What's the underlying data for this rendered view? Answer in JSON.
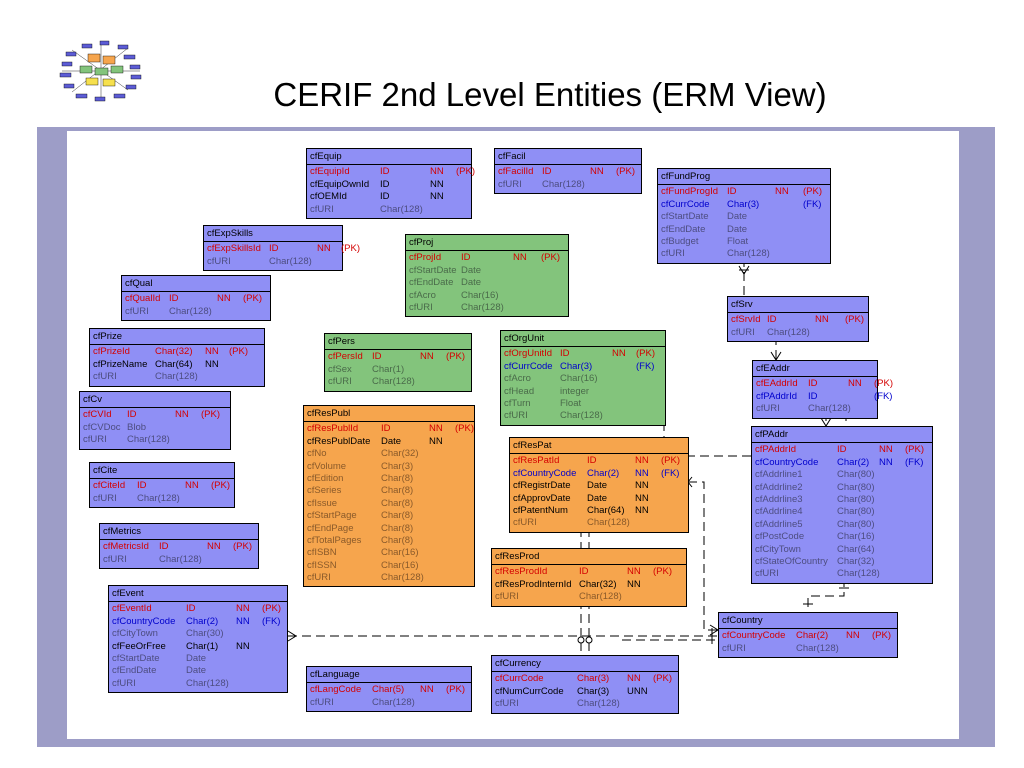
{
  "title": "CERIF 2nd Level Entities (ERM View)",
  "entities": [
    {
      "name": "cfEquip",
      "color": "blue",
      "rows": [
        {
          "n": "cfEquipId",
          "t": "ID",
          "f": "NN",
          "k": "(PK)",
          "s": "r"
        },
        {
          "n": "cfEquipOwnId",
          "t": "ID",
          "f": "NN",
          "k": "",
          "s": "k"
        },
        {
          "n": "cfOEMId",
          "t": "ID",
          "f": "NN",
          "k": "",
          "s": "k"
        },
        {
          "n": "cfURI",
          "t": "Char(128)",
          "f": "",
          "k": "",
          "s": "g"
        }
      ]
    },
    {
      "name": "cfFacil",
      "color": "blue",
      "rows": [
        {
          "n": "cfFacilId",
          "t": "ID",
          "f": "NN",
          "k": "(PK)",
          "s": "r"
        },
        {
          "n": "cfURI",
          "t": "Char(128)",
          "f": "",
          "k": "",
          "s": "g"
        }
      ]
    },
    {
      "name": "cfFundProg",
      "color": "blue",
      "rows": [
        {
          "n": "cfFundProgId",
          "t": "ID",
          "f": "NN",
          "k": "(PK)",
          "s": "r"
        },
        {
          "n": "cfCurrCode",
          "t": "Char(3)",
          "f": "",
          "k": "(FK)",
          "s": "b"
        },
        {
          "n": "cfStartDate",
          "t": "Date",
          "f": "",
          "k": "",
          "s": "g"
        },
        {
          "n": "cfEndDate",
          "t": "Date",
          "f": "",
          "k": "",
          "s": "g"
        },
        {
          "n": "cfBudget",
          "t": "Float",
          "f": "",
          "k": "",
          "s": "g"
        },
        {
          "n": "cfURI",
          "t": "Char(128)",
          "f": "",
          "k": "",
          "s": "g"
        }
      ]
    },
    {
      "name": "cfExpSkills",
      "color": "blue",
      "rows": [
        {
          "n": "cfExpSkillsId",
          "t": "ID",
          "f": "NN",
          "k": "(PK)",
          "s": "r"
        },
        {
          "n": "cfURI",
          "t": "Char(128)",
          "f": "",
          "k": "",
          "s": "g"
        }
      ]
    },
    {
      "name": "cfProj",
      "color": "green",
      "rows": [
        {
          "n": "cfProjId",
          "t": "ID",
          "f": "NN",
          "k": "(PK)",
          "s": "r"
        },
        {
          "n": "cfStartDate",
          "t": "Date",
          "f": "",
          "k": "",
          "s": "g"
        },
        {
          "n": "cfEndDate",
          "t": "Date",
          "f": "",
          "k": "",
          "s": "g"
        },
        {
          "n": "cfAcro",
          "t": "Char(16)",
          "f": "",
          "k": "",
          "s": "g"
        },
        {
          "n": "cfURI",
          "t": "Char(128)",
          "f": "",
          "k": "",
          "s": "g"
        }
      ]
    },
    {
      "name": "cfQual",
      "color": "blue",
      "rows": [
        {
          "n": "cfQualId",
          "t": "ID",
          "f": "NN",
          "k": "(PK)",
          "s": "r"
        },
        {
          "n": "cfURI",
          "t": "Char(128)",
          "f": "",
          "k": "",
          "s": "g"
        }
      ]
    },
    {
      "name": "cfSrv",
      "color": "blue",
      "rows": [
        {
          "n": "cfSrvId",
          "t": "ID",
          "f": "NN",
          "k": "(PK)",
          "s": "r"
        },
        {
          "n": "cfURI",
          "t": "Char(128)",
          "f": "",
          "k": "",
          "s": "g"
        }
      ]
    },
    {
      "name": "cfPrize",
      "color": "blue",
      "rows": [
        {
          "n": "cfPrizeId",
          "t": "Char(32)",
          "f": "NN",
          "k": "(PK)",
          "s": "r"
        },
        {
          "n": "cfPrizeName",
          "t": "Char(64)",
          "f": "NN",
          "k": "",
          "s": "k"
        },
        {
          "n": "cfURI",
          "t": "Char(128)",
          "f": "",
          "k": "",
          "s": "g"
        }
      ]
    },
    {
      "name": "cfPers",
      "color": "green",
      "rows": [
        {
          "n": "cfPersId",
          "t": "ID",
          "f": "NN",
          "k": "(PK)",
          "s": "r"
        },
        {
          "n": "cfSex",
          "t": "Char(1)",
          "f": "",
          "k": "",
          "s": "g"
        },
        {
          "n": "cfURI",
          "t": "Char(128)",
          "f": "",
          "k": "",
          "s": "g"
        }
      ]
    },
    {
      "name": "cfOrgUnit",
      "color": "green",
      "rows": [
        {
          "n": "cfOrgUnitId",
          "t": "ID",
          "f": "NN",
          "k": "(PK)",
          "s": "r"
        },
        {
          "n": "cfCurrCode",
          "t": "Char(3)",
          "f": "",
          "k": "(FK)",
          "s": "b"
        },
        {
          "n": "cfAcro",
          "t": "Char(16)",
          "f": "",
          "k": "",
          "s": "g"
        },
        {
          "n": "cfHead",
          "t": "integer",
          "f": "",
          "k": "",
          "s": "g"
        },
        {
          "n": "cfTurn",
          "t": "Float",
          "f": "",
          "k": "",
          "s": "g"
        },
        {
          "n": "cfURI",
          "t": "Char(128)",
          "f": "",
          "k": "",
          "s": "g"
        }
      ]
    },
    {
      "name": "cfEAddr",
      "color": "blue",
      "rows": [
        {
          "n": "cfEAddrId",
          "t": "ID",
          "f": "NN",
          "k": "(PK)",
          "s": "r"
        },
        {
          "n": "cfPAddrId",
          "t": "ID",
          "f": "",
          "k": "(FK)",
          "s": "b"
        },
        {
          "n": "cfURI",
          "t": "Char(128)",
          "f": "",
          "k": "",
          "s": "g"
        }
      ]
    },
    {
      "name": "cfCv",
      "color": "blue",
      "rows": [
        {
          "n": "cfCVId",
          "t": "ID",
          "f": "NN",
          "k": "(PK)",
          "s": "r"
        },
        {
          "n": "cfCVDoc",
          "t": "Blob",
          "f": "",
          "k": "",
          "s": "g"
        },
        {
          "n": "cfURI",
          "t": "Char(128)",
          "f": "",
          "k": "",
          "s": "g"
        }
      ]
    },
    {
      "name": "cfResPubl",
      "color": "orange",
      "rows": [
        {
          "n": "cfResPublId",
          "t": "ID",
          "f": "NN",
          "k": "(PK)",
          "s": "r"
        },
        {
          "n": "cfResPublDate",
          "t": "Date",
          "f": "NN",
          "k": "",
          "s": "k"
        },
        {
          "n": "cfNo",
          "t": "Char(32)",
          "f": "",
          "k": "",
          "s": "g"
        },
        {
          "n": "cfVolume",
          "t": "Char(3)",
          "f": "",
          "k": "",
          "s": "g"
        },
        {
          "n": "cfEdition",
          "t": "Char(8)",
          "f": "",
          "k": "",
          "s": "g"
        },
        {
          "n": "cfSeries",
          "t": "Char(8)",
          "f": "",
          "k": "",
          "s": "g"
        },
        {
          "n": "cfIssue",
          "t": "Char(8)",
          "f": "",
          "k": "",
          "s": "g"
        },
        {
          "n": "cfStartPage",
          "t": "Char(8)",
          "f": "",
          "k": "",
          "s": "g"
        },
        {
          "n": "cfEndPage",
          "t": "Char(8)",
          "f": "",
          "k": "",
          "s": "g"
        },
        {
          "n": "cfTotalPages",
          "t": "Char(8)",
          "f": "",
          "k": "",
          "s": "g"
        },
        {
          "n": "cfISBN",
          "t": "Char(16)",
          "f": "",
          "k": "",
          "s": "g"
        },
        {
          "n": "cfISSN",
          "t": "Char(16)",
          "f": "",
          "k": "",
          "s": "g"
        },
        {
          "n": "cfURI",
          "t": "Char(128)",
          "f": "",
          "k": "",
          "s": "g"
        }
      ]
    },
    {
      "name": "cfPAddr",
      "color": "blue",
      "rows": [
        {
          "n": "cfPAddrId",
          "t": "ID",
          "f": "NN",
          "k": "(PK)",
          "s": "r"
        },
        {
          "n": "cfCountryCode",
          "t": "Char(2)",
          "f": "NN",
          "k": "(FK)",
          "s": "b"
        },
        {
          "n": "cfAddrline1",
          "t": "Char(80)",
          "f": "",
          "k": "",
          "s": "g"
        },
        {
          "n": "cfAddrline2",
          "t": "Char(80)",
          "f": "",
          "k": "",
          "s": "g"
        },
        {
          "n": "cfAddrline3",
          "t": "Char(80)",
          "f": "",
          "k": "",
          "s": "g"
        },
        {
          "n": "cfAddrline4",
          "t": "Char(80)",
          "f": "",
          "k": "",
          "s": "g"
        },
        {
          "n": "cfAddrline5",
          "t": "Char(80)",
          "f": "",
          "k": "",
          "s": "g"
        },
        {
          "n": "cfPostCode",
          "t": "Char(16)",
          "f": "",
          "k": "",
          "s": "g"
        },
        {
          "n": "cfCityTown",
          "t": "Char(64)",
          "f": "",
          "k": "",
          "s": "g"
        },
        {
          "n": "cfStateOfCountry",
          "t": "Char(32)",
          "f": "",
          "k": "",
          "s": "g"
        },
        {
          "n": "cfURI",
          "t": "Char(128)",
          "f": "",
          "k": "",
          "s": "g"
        }
      ]
    },
    {
      "name": "cfResPat",
      "color": "orange",
      "rows": [
        {
          "n": "cfResPatId",
          "t": "ID",
          "f": "NN",
          "k": "(PK)",
          "s": "r"
        },
        {
          "n": "cfCountryCode",
          "t": "Char(2)",
          "f": "NN",
          "k": "(FK)",
          "s": "b"
        },
        {
          "n": "cfRegistrDate",
          "t": "Date",
          "f": "NN",
          "k": "",
          "s": "k"
        },
        {
          "n": "cfApprovDate",
          "t": "Date",
          "f": "NN",
          "k": "",
          "s": "k"
        },
        {
          "n": "cfPatentNum",
          "t": "Char(64)",
          "f": "NN",
          "k": "",
          "s": "k"
        },
        {
          "n": "cfURI",
          "t": "Char(128)",
          "f": "",
          "k": "",
          "s": "g"
        }
      ]
    },
    {
      "name": "cfCite",
      "color": "blue",
      "rows": [
        {
          "n": "cfCiteId",
          "t": "ID",
          "f": "NN",
          "k": "(PK)",
          "s": "r"
        },
        {
          "n": "cfURI",
          "t": "Char(128)",
          "f": "",
          "k": "",
          "s": "g"
        }
      ]
    },
    {
      "name": "cfMetrics",
      "color": "blue",
      "rows": [
        {
          "n": "cfMetricsId",
          "t": "ID",
          "f": "NN",
          "k": "(PK)",
          "s": "r"
        },
        {
          "n": "cfURI",
          "t": "Char(128)",
          "f": "",
          "k": "",
          "s": "g"
        }
      ]
    },
    {
      "name": "cfResProd",
      "color": "orange",
      "rows": [
        {
          "n": "cfResProdId",
          "t": "ID",
          "f": "NN",
          "k": "(PK)",
          "s": "r"
        },
        {
          "n": "cfResProdInternId",
          "t": "Char(32)",
          "f": "NN",
          "k": "",
          "s": "k"
        },
        {
          "n": "cfURI",
          "t": "Char(128)",
          "f": "",
          "k": "",
          "s": "g"
        }
      ]
    },
    {
      "name": "cfEvent",
      "color": "blue",
      "rows": [
        {
          "n": "cfEventId",
          "t": "ID",
          "f": "NN",
          "k": "(PK)",
          "s": "r"
        },
        {
          "n": "cfCountryCode",
          "t": "Char(2)",
          "f": "NN",
          "k": "(FK)",
          "s": "b"
        },
        {
          "n": "cfCityTown",
          "t": "Char(30)",
          "f": "",
          "k": "",
          "s": "g"
        },
        {
          "n": "cfFeeOrFree",
          "t": "Char(1)",
          "f": "NN",
          "k": "",
          "s": "k"
        },
        {
          "n": "cfStartDate",
          "t": "Date",
          "f": "",
          "k": "",
          "s": "g"
        },
        {
          "n": "cfEndDate",
          "t": "Date",
          "f": "",
          "k": "",
          "s": "g"
        },
        {
          "n": "cfURI",
          "t": "Char(128)",
          "f": "",
          "k": "",
          "s": "g"
        }
      ]
    },
    {
      "name": "cfCountry",
      "color": "blue",
      "rows": [
        {
          "n": "cfCountryCode",
          "t": "Char(2)",
          "f": "NN",
          "k": "(PK)",
          "s": "r"
        },
        {
          "n": "cfURI",
          "t": "Char(128)",
          "f": "",
          "k": "",
          "s": "g"
        }
      ]
    },
    {
      "name": "cfLanguage",
      "color": "blue",
      "rows": [
        {
          "n": "cfLangCode",
          "t": "Char(5)",
          "f": "NN",
          "k": "(PK)",
          "s": "r"
        },
        {
          "n": "cfURI",
          "t": "Char(128)",
          "f": "",
          "k": "",
          "s": "g"
        }
      ]
    },
    {
      "name": "cfCurrency",
      "color": "blue",
      "rows": [
        {
          "n": "cfCurrCode",
          "t": "Char(3)",
          "f": "NN",
          "k": "(PK)",
          "s": "r"
        },
        {
          "n": "cfNumCurrCode",
          "t": "Char(3)",
          "f": "UNN",
          "k": "",
          "s": "k"
        },
        {
          "n": "cfURI",
          "t": "Char(128)",
          "f": "",
          "k": "",
          "s": "g"
        }
      ]
    }
  ]
}
